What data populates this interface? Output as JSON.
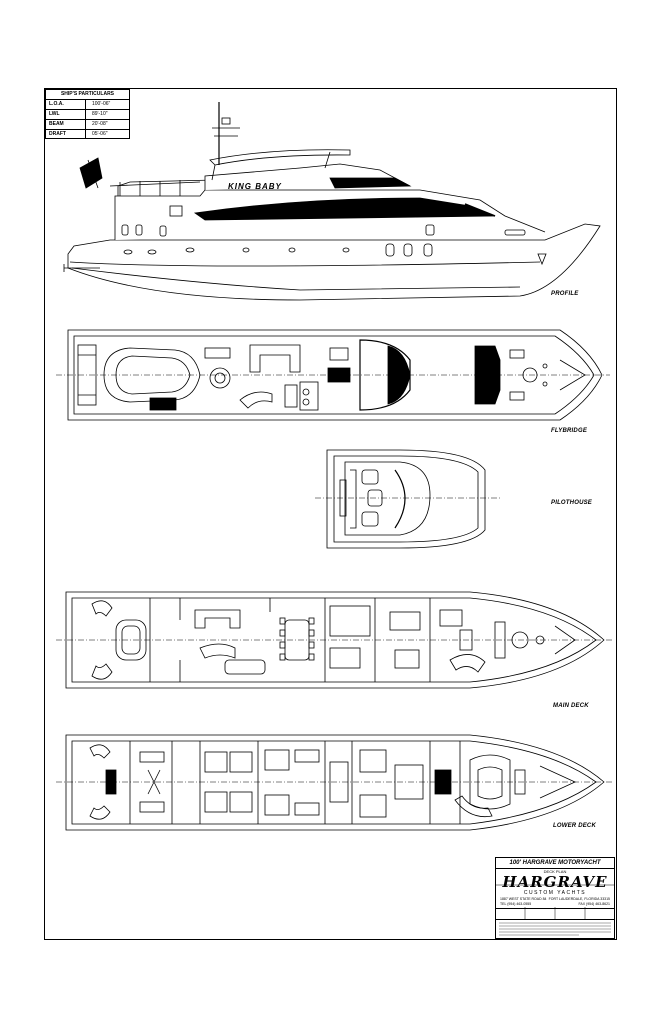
{
  "particulars": {
    "title": "SHIP'S PARTICULARS",
    "rows": [
      {
        "key": "L.O.A.",
        "value": "100'-06\""
      },
      {
        "key": "LWL",
        "value": "89'-10\""
      },
      {
        "key": "BEAM",
        "value": "20'-08\""
      },
      {
        "key": "DRAFT",
        "value": "05'-06\""
      }
    ]
  },
  "vessel_name": "KING BABY",
  "views": {
    "profile": "PROFILE",
    "flybridge": "FLYBRIDGE",
    "pilothouse": "PILOTHOUSE",
    "main_deck": "MAIN DECK",
    "lower_deck": "LOWER DECK"
  },
  "title_block": {
    "title": "100' HARGRAVE MOTORYACHT",
    "subtitle": "DECK PLAN",
    "brand": "HARGRAVE",
    "brand_sub": "CUSTOM YACHTS",
    "address_left": "1887 WEST STATE ROAD 84",
    "address_right": "FORT LAUDERDALE, FLORIDA 33315",
    "tel": "TEL (954) 463-0555",
    "fax": "FAX (954) 463-8621"
  }
}
